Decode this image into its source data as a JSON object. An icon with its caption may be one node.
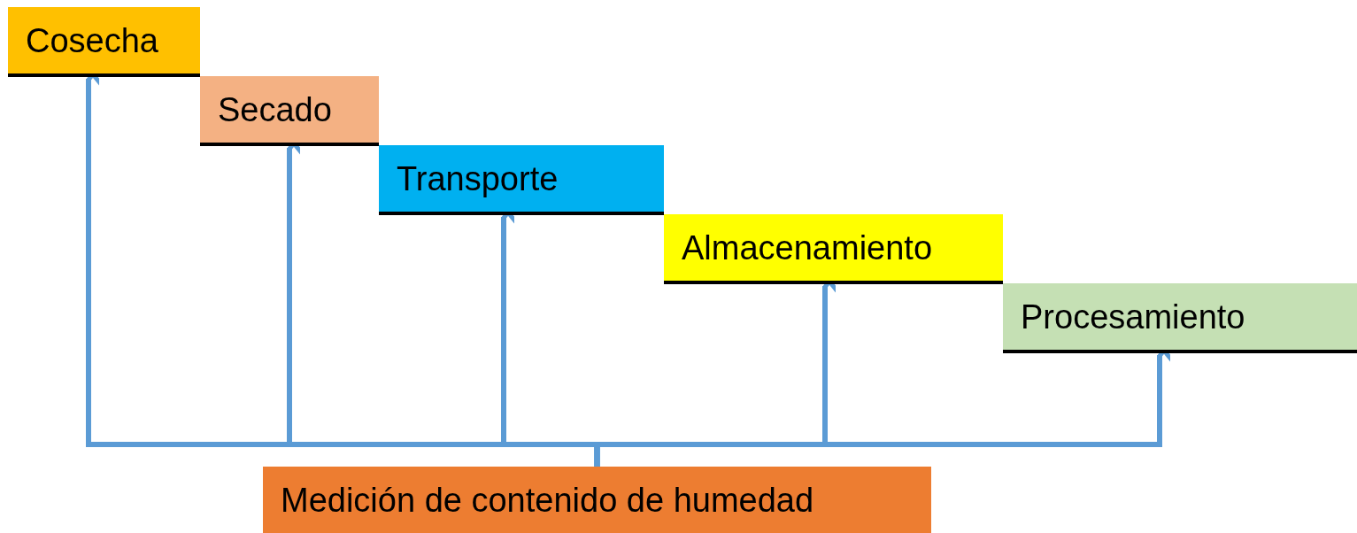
{
  "diagram": {
    "nodes": [
      {
        "text": [
          "Cosecha"
        ]
      },
      {
        "text": [
          "Secado"
        ]
      },
      {
        "text": [
          "Transporte"
        ]
      },
      {
        "text": [
          "Almacenamiento"
        ]
      },
      {
        "text": [
          "Procesamiento"
        ]
      },
      {
        "text": [
          "Medición de contenido de humedad"
        ]
      }
    ],
    "edges": [
      {
        "from": 5,
        "to": 0,
        "arrow": "to"
      },
      {
        "from": 5,
        "to": 1,
        "arrow": "to"
      },
      {
        "from": 5,
        "to": 2,
        "arrow": "to"
      },
      {
        "from": 5,
        "to": 3,
        "arrow": "to"
      },
      {
        "from": 5,
        "to": 4,
        "arrow": "to"
      }
    ]
  }
}
